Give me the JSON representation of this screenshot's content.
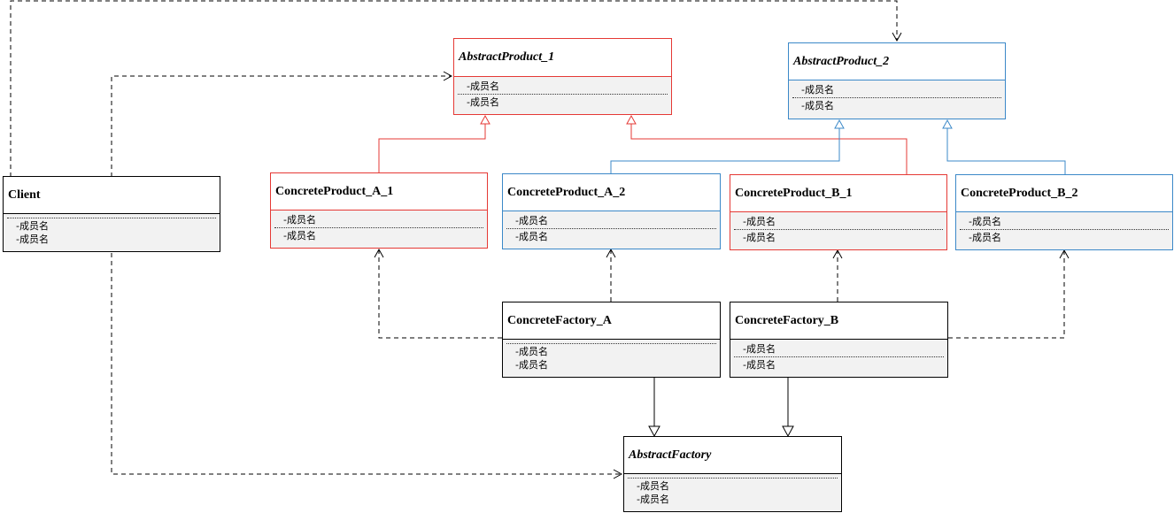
{
  "colors": {
    "red": "#e53935",
    "blue": "#3b88c8",
    "black": "#000000",
    "body_fill": "#f2f2f2"
  },
  "classes": {
    "client": {
      "name": "Client",
      "attrs": [
        "-成员名",
        "-成员名"
      ]
    },
    "abstract_product_1": {
      "name": "AbstractProduct_1",
      "attrs": [
        "-成员名",
        "-成员名"
      ]
    },
    "abstract_product_2": {
      "name": "AbstractProduct_2",
      "attrs": [
        "-成员名",
        "-成员名"
      ]
    },
    "concrete_product_a1": {
      "name": "ConcreteProduct_A_1",
      "attrs": [
        "-成员名",
        "-成员名"
      ]
    },
    "concrete_product_a2": {
      "name": "ConcreteProduct_A_2",
      "attrs": [
        "-成员名",
        "-成员名"
      ]
    },
    "concrete_product_b1": {
      "name": "ConcreteProduct_B_1",
      "attrs": [
        "-成员名",
        "-成员名"
      ]
    },
    "concrete_product_b2": {
      "name": "ConcreteProduct_B_2",
      "attrs": [
        "-成员名",
        "-成员名"
      ]
    },
    "concrete_factory_a": {
      "name": "ConcreteFactory_A",
      "attrs": [
        "-成员名",
        "-成员名"
      ]
    },
    "concrete_factory_b": {
      "name": "ConcreteFactory_B",
      "attrs": [
        "-成员名",
        "-成员名"
      ]
    },
    "abstract_factory": {
      "name": "AbstractFactory",
      "attrs": [
        "-成员名",
        "-成员名"
      ]
    }
  }
}
